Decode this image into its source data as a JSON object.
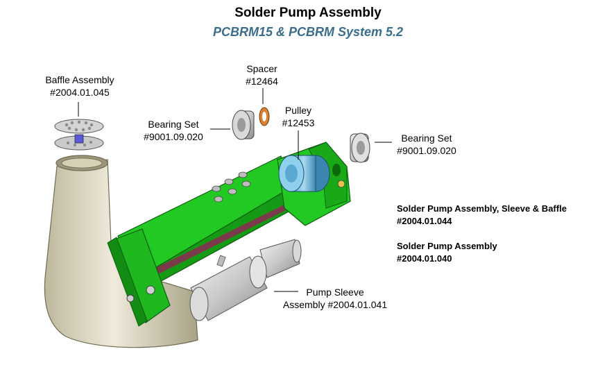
{
  "title": "Solder Pump Assembly",
  "subtitle": "PCBRM15 & PCBRM System 5.2",
  "callouts": {
    "baffle": {
      "name": "Baffle Assembly",
      "part": "#2004.01.045"
    },
    "spacer": {
      "name": "Spacer",
      "part": "#12464"
    },
    "pulley": {
      "name": "Pulley",
      "part": "#12453"
    },
    "bearing_left": {
      "name": "Bearing Set",
      "part": "#9001.09.020"
    },
    "bearing_right": {
      "name": "Bearing Set",
      "part": "#9001.09.020"
    },
    "pump_sleeve": {
      "line1": "Pump Sleeve",
      "line2": "Assembly #2004.01.041"
    }
  },
  "notes": {
    "sleeve_baffle": {
      "name": "Solder Pump Assembly, Sleeve & Baffle",
      "part": "#2004.01.044"
    },
    "assembly": {
      "name": "Solder Pump Assembly",
      "part": "#2004.01.040"
    }
  },
  "colors": {
    "frame_green": "#22c922",
    "sleeve_tan": "#d9d4bc",
    "pulley_blue": "#7fc6e8",
    "bearing_grey": "#c7c9cc",
    "spacer_orange": "#d9822b",
    "subtitle_blue": "#3a6d8c"
  }
}
